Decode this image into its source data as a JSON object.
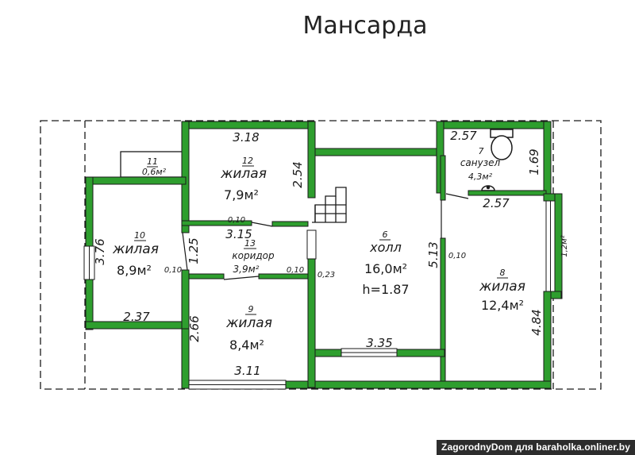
{
  "title": "Мансарда",
  "watermark": "ZagorodnyDom для baraholka.onliner.by",
  "colors": {
    "wall": "#2e9e2e",
    "line": "#1a1a1a",
    "background": "#ffffff"
  },
  "rooms": {
    "r6": {
      "num": "6",
      "name": "холл",
      "area": "16,0м²",
      "height": "h=1.87"
    },
    "r7": {
      "num": "7",
      "name": "санузел",
      "area": "4,3м²"
    },
    "r8": {
      "num": "8",
      "name": "жилая",
      "area": "12,4м²"
    },
    "r9": {
      "num": "9",
      "name": "жилая",
      "area": "8,4м²"
    },
    "r10": {
      "num": "10",
      "name": "жилая",
      "area": "8,9м²"
    },
    "r11": {
      "num": "11",
      "area": "0,6м²"
    },
    "r12": {
      "num": "12",
      "name": "жилая",
      "area": "7,9м²"
    },
    "r13": {
      "num": "13",
      "name": "коридор",
      "area": "3,9м²"
    },
    "side_area": "1,2м²"
  },
  "dimensions": {
    "d318": "3.18",
    "d254": "2.54",
    "d257a": "2.57",
    "d169": "1.69",
    "d257b": "2.57",
    "d010a": "0,10",
    "d315": "3.15",
    "d376": "3.76",
    "d125": "1.25",
    "d010b": "0,10",
    "d010c": "0,10",
    "d023": "0,23",
    "d513": "5.13",
    "d010d": "0,10",
    "d237": "2.37",
    "d266": "2.66",
    "d484": "4.84",
    "d335": "3.35",
    "d311": "3.11"
  }
}
